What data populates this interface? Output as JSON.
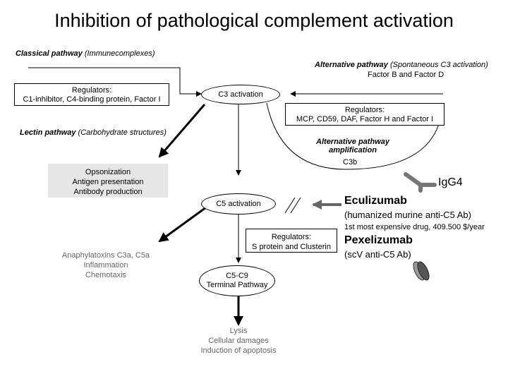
{
  "title": "Inhibition of pathological complement activation",
  "classical": {
    "name": "Classical pathway",
    "detail": "(Immunecomplexes)"
  },
  "alternative": {
    "name": "Alternative pathway",
    "detail": "(Spontaneous C3 activation)",
    "factors": "Factor B and Factor D"
  },
  "regulators_classical": {
    "heading": "Regulators",
    "list": "C1-inhibitor, C4-binding protein, Factor I"
  },
  "c3_activation": "C3 activation",
  "regulators_alternative": {
    "heading": "Regulators",
    "list": "MCP, CD59, DAF, Factor H and Factor I"
  },
  "lectin": {
    "name": "Lectin pathway",
    "detail": "(Carbohydrate structures)"
  },
  "amplification": {
    "line1": "Alternative pathway",
    "line2": "amplification",
    "product": "C3b"
  },
  "opsonization": [
    "Opsonization",
    "Antigen presentation",
    "Antibody production"
  ],
  "igg4": "IgG4",
  "c5_activation": "C5 activation",
  "eculizumab": {
    "name": "Eculizumab",
    "desc": "(humanized murine anti-C5 Ab)",
    "note": "1st most expensive drug, 409.500 $/year"
  },
  "regulators_c5": {
    "heading": "Regulators",
    "list": "S protein and Clusterin"
  },
  "pexelizumab": {
    "name": "Pexelizumab",
    "desc": "(scV anti-C5 Ab)"
  },
  "anaphylatoxins": [
    "Anaphylatoxins C3a, C5a",
    "Inflammation",
    "Chemotaxis"
  ],
  "c5c9": {
    "line1": "C5-C9",
    "line2": "Terminal Pathway"
  },
  "outcomes": [
    "Lysis",
    "Cellular damages",
    "Induction of apoptosis"
  ]
}
